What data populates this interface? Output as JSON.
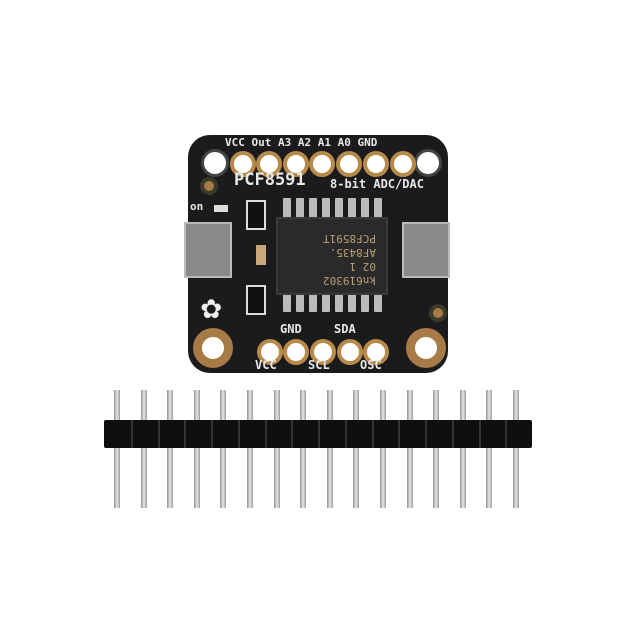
{
  "board": {
    "title": "PCF8591",
    "subtitle": "8-bit ADC/DAC",
    "power_led_label": "on",
    "top_pins": [
      "VCC",
      "Out",
      "A3",
      "A2",
      "A1",
      "A0",
      "GND"
    ],
    "bottom_pins_upper": [
      "GND",
      "SDA"
    ],
    "bottom_pins_lower": [
      "VCC",
      "SCL",
      "OSC"
    ],
    "chip_markings": [
      "kn619302",
      "02   1",
      "AF8435.",
      "PCF8591T"
    ],
    "colors": {
      "pcb": "#1b1b1d",
      "silkscreen": "#e8e8e8",
      "gold": "#b88a4a"
    }
  },
  "header": {
    "pin_count": 16
  }
}
